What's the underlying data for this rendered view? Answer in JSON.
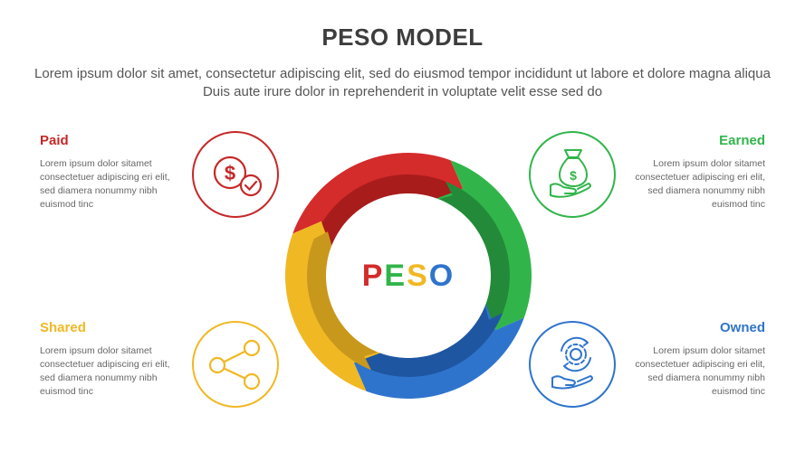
{
  "header": {
    "title": "PESO MODEL",
    "subtitle": "Lorem ipsum dolor sit amet, consectetur adipiscing elit, sed do eiusmod tempor incididunt ut labore et dolore magna aliqua Duis aute irure dolor in reprehenderit in voluptate velit esse sed do"
  },
  "center": {
    "letters": [
      {
        "char": "P",
        "color": "#d42b2b"
      },
      {
        "char": "E",
        "color": "#31b54a"
      },
      {
        "char": "S",
        "color": "#f0b823"
      },
      {
        "char": "O",
        "color": "#2f74cc"
      }
    ]
  },
  "segments": [
    {
      "name": "Paid",
      "color": "#d42b2b",
      "inner_color": "#a81c1c"
    },
    {
      "name": "Earned",
      "color": "#31b54a",
      "inner_color": "#238a39"
    },
    {
      "name": "Owned",
      "color": "#2f74cc",
      "inner_color": "#1f56a1"
    },
    {
      "name": "Shared",
      "color": "#f0b823",
      "inner_color": "#c8981d"
    }
  ],
  "blocks": {
    "paid": {
      "heading": "Paid",
      "color": "#c62828",
      "icon": "dollar-check-icon",
      "desc": "Lorem ipsum dolor sitamet consectetuer adipiscing eri elit, sed diamera nonummy nibh euismod tinc"
    },
    "shared": {
      "heading": "Shared",
      "color": "#f0b823",
      "icon": "share-icon",
      "desc": "Lorem ipsum dolor sitamet consectetuer adipiscing eri elit, sed diamera nonummy nibh euismod tinc"
    },
    "earned": {
      "heading": "Earned",
      "color": "#31b54a",
      "icon": "money-bag-hand-icon",
      "desc": "Lorem ipsum dolor sitamet consectetuer adipiscing eri elit, sed diamera nonummy nibh euismod tinc"
    },
    "owned": {
      "heading": "Owned",
      "color": "#2f74cc",
      "icon": "gear-hand-icon",
      "desc": "Lorem ipsum dolor sitamet consectetuer adipiscing eri elit, sed diamera nonummy nibh euismod tinc"
    }
  }
}
